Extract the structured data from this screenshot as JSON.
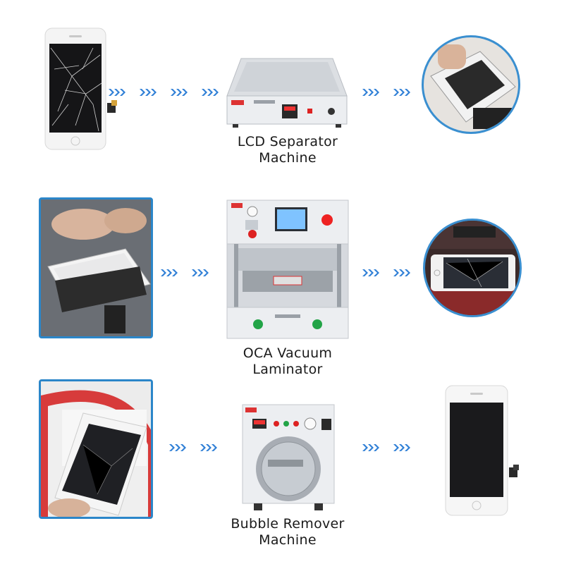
{
  "steps": [
    {
      "caption_line1": "LCD Separator",
      "caption_line2": "Machine"
    },
    {
      "caption_line1": "OCA Vacuum",
      "caption_line2": "Laminator"
    },
    {
      "caption_line1": "Bubble Remover",
      "caption_line2": "Machine"
    }
  ],
  "colors": {
    "arrow": "#2f7fd6",
    "frame": "#2b86c9",
    "machine_body": "#e9ebee",
    "screen_dark": "#1c1c1e"
  },
  "icons": [
    "chevron-right-icon"
  ]
}
